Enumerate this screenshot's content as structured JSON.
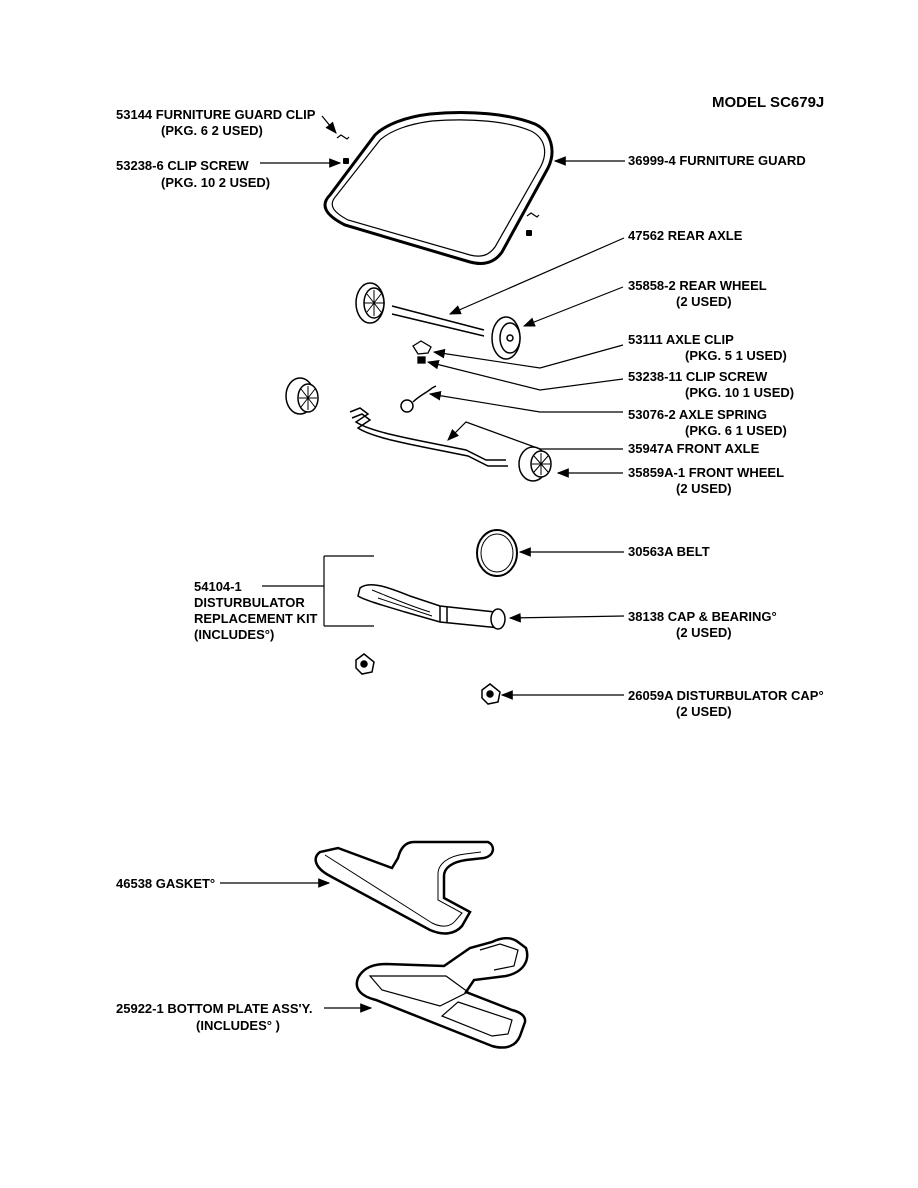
{
  "model": "MODEL SC679J",
  "parts": {
    "guard_clip": {
      "line1": "53144  FURNITURE GUARD CLIP",
      "line2": "(PKG. 6   2 USED)"
    },
    "clip_screw_top": {
      "line1": "53238-6  CLIP SCREW",
      "line2": "(PKG. 10   2 USED)"
    },
    "furniture_guard": {
      "line1": "36999-4  FURNITURE GUARD"
    },
    "rear_axle": {
      "line1": "47562  REAR AXLE"
    },
    "rear_wheel": {
      "line1": "35858-2  REAR WHEEL",
      "line2": "(2 USED)"
    },
    "axle_clip": {
      "line1": "53111  AXLE CLIP",
      "line2": "(PKG. 5    1 USED)"
    },
    "clip_screw_axle": {
      "line1": "53238-11  CLIP SCREW",
      "line2": "(PKG. 10    1 USED)"
    },
    "axle_spring": {
      "line1": "53076-2  AXLE SPRING",
      "line2": "(PKG. 6    1 USED)"
    },
    "front_axle": {
      "line1": "35947A  FRONT AXLE"
    },
    "front_wheel": {
      "line1": "35859A-1  FRONT WHEEL",
      "line2": "(2 USED)"
    },
    "belt": {
      "line1": "30563A  BELT"
    },
    "disturbulator_kit": {
      "line1": "54104-1",
      "line2": "DISTURBULATOR",
      "line3": "REPLACEMENT KIT",
      "line4": "(INCLUDES°)"
    },
    "cap_bearing": {
      "line1": "38138  CAP & BEARING°",
      "line2": "(2 USED)"
    },
    "disturbulator_cap": {
      "line1": "26059A  DISTURBULATOR CAP°",
      "line2": "(2 USED)"
    },
    "gasket": {
      "line1": "46538  GASKET°"
    },
    "bottom_plate": {
      "line1": "25922-1  BOTTOM PLATE ASS'Y.",
      "line2": "(INCLUDES° )"
    }
  }
}
